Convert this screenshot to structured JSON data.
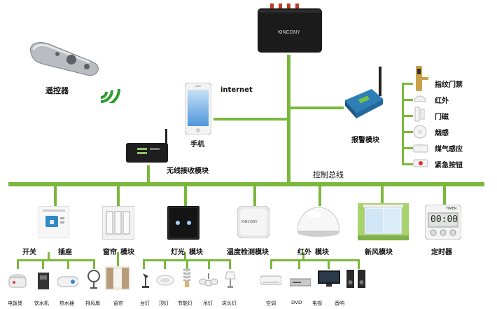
{
  "colors": {
    "bus": "#7ab83c",
    "device_dark": "#1b1b1b",
    "remote_silver": "#b9bcc0"
  },
  "hub": {
    "brand": "KINCONY"
  },
  "remote": {
    "label": "遥控器"
  },
  "phone": {
    "label": "手机",
    "link_label": "internet"
  },
  "wireless": {
    "label": "无线接收模块"
  },
  "alarm": {
    "label": "报警模块",
    "items": [
      "指纹门禁",
      "红外",
      "门磁",
      "烟感",
      "煤气感应",
      "紧急按钮"
    ]
  },
  "bus_label": "控制总线",
  "modules": [
    {
      "name": "开关",
      "name2": "插座"
    },
    {
      "name": "窗帘",
      "name2": "模块"
    },
    {
      "name": "灯光",
      "name2": "模块"
    },
    {
      "name": "温度检测模块",
      "brand": "KINCONY"
    },
    {
      "name": "红外",
      "name2": "模块"
    },
    {
      "name": "新风模块"
    },
    {
      "name": "定时器",
      "display": "00:00",
      "timer_brand": "TIMER"
    }
  ],
  "appliances": {
    "switch": [
      "电饭煲",
      "饮水机",
      "热水器",
      "排风扇"
    ],
    "curtain": [
      "窗帘"
    ],
    "light": [
      "台灯",
      "顶灯",
      "节能灯",
      "吊灯",
      "床头灯"
    ],
    "ir": [
      "空调",
      "DVD",
      "电视",
      "音响"
    ]
  }
}
